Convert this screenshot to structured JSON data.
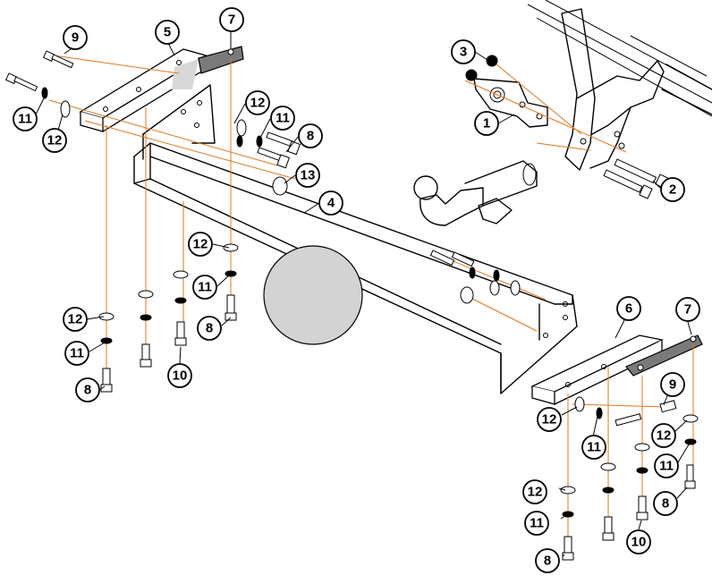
{
  "diagram": {
    "callouts": [
      {
        "id": "c9-left",
        "label": "9"
      },
      {
        "id": "c5",
        "label": "5"
      },
      {
        "id": "c7-left",
        "label": "7"
      },
      {
        "id": "c11-left-top",
        "label": "11"
      },
      {
        "id": "c12-left-top",
        "label": "12"
      },
      {
        "id": "c12-mid-top",
        "label": "12"
      },
      {
        "id": "c11-mid-top",
        "label": "11"
      },
      {
        "id": "c8-mid-top",
        "label": "8"
      },
      {
        "id": "c13",
        "label": "13"
      },
      {
        "id": "c4",
        "label": "4"
      },
      {
        "id": "c3",
        "label": "3"
      },
      {
        "id": "c1",
        "label": "1"
      },
      {
        "id": "c2",
        "label": "2"
      },
      {
        "id": "c12-left-lower",
        "label": "12"
      },
      {
        "id": "c11-left-lower",
        "label": "11"
      },
      {
        "id": "c12-left-bot",
        "label": "12"
      },
      {
        "id": "c11-left-bot",
        "label": "11"
      },
      {
        "id": "c8-left-mid",
        "label": "8"
      },
      {
        "id": "c8-left-bot",
        "label": "8"
      },
      {
        "id": "c10-left",
        "label": "10"
      },
      {
        "id": "c6",
        "label": "6"
      },
      {
        "id": "c7-right",
        "label": "7"
      },
      {
        "id": "c9-right",
        "label": "9"
      },
      {
        "id": "c12-right-a",
        "label": "12"
      },
      {
        "id": "c11-right-a",
        "label": "11"
      },
      {
        "id": "c12-right-b",
        "label": "12"
      },
      {
        "id": "c11-right-b",
        "label": "11"
      },
      {
        "id": "c8-right-a",
        "label": "8"
      },
      {
        "id": "c12-right-c",
        "label": "12"
      },
      {
        "id": "c11-right-c",
        "label": "11"
      },
      {
        "id": "c8-right-b",
        "label": "8"
      },
      {
        "id": "c10-right",
        "label": "10"
      }
    ]
  }
}
